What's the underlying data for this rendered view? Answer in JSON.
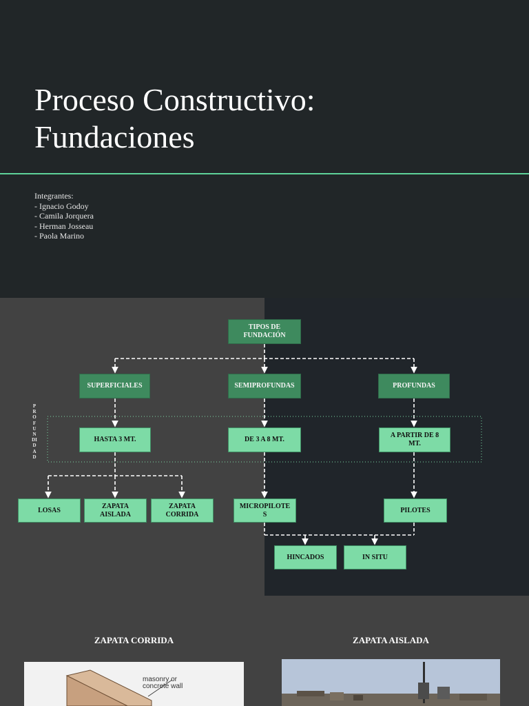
{
  "slide1": {
    "title_line1": "Proceso Constructivo:",
    "title_line2": "Fundaciones",
    "members_heading": "Integrantes:",
    "members": [
      "- Ignacio Godoy",
      "- Camila Jorquera",
      "- Herman Josseau",
      "- Paola Marino"
    ]
  },
  "diagram": {
    "root": "TIPOS DE FUNDACIÓN",
    "categories": [
      "SUPERFICIALES",
      "SEMIPROFUNDAS",
      "PROFUNDAS"
    ],
    "depths": [
      "HASTA 3 MT.",
      "DE 3 A 8 MT.",
      "A PARTIR DE 8 MT."
    ],
    "types": [
      "LOSAS",
      "ZAPATA AISLADA",
      "ZAPATA CORRIDA",
      "MICROPILOTE S",
      "PILOTES"
    ],
    "pile_types": [
      "HINCADOS",
      "IN SITU"
    ],
    "side_label": "PROFUNDIDAD",
    "colors": {
      "node_fill": "#7ddba6",
      "node_dark": "#3e8a5e",
      "connector": "#ffffff"
    }
  },
  "slide3": {
    "caption_left": "ZAPATA CORRIDA",
    "caption_right": "ZAPATA AISLADA",
    "sketch_label": "masonry or concrete wall"
  }
}
